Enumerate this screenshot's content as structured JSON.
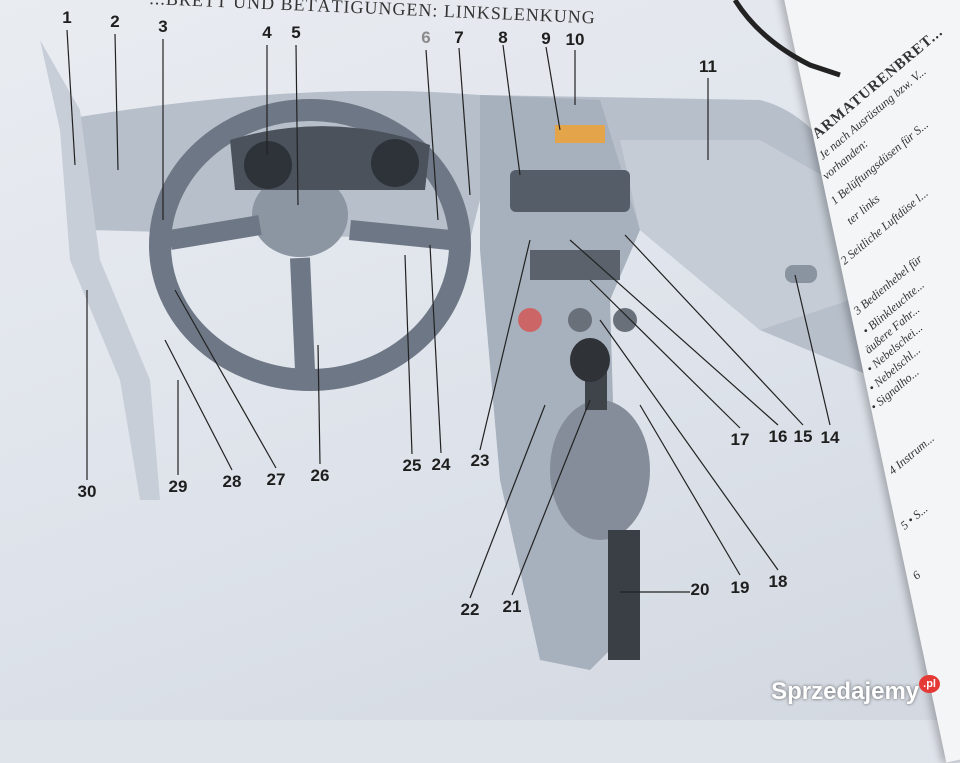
{
  "header": {
    "title": "...BRETT UND BETÄTIGUNGEN: LINKSLENKUNG"
  },
  "callouts": [
    "1",
    "2",
    "3",
    "4",
    "5",
    "6",
    "7",
    "8",
    "9",
    "10",
    "11",
    "14",
    "15",
    "16",
    "17",
    "18",
    "19",
    "20",
    "21",
    "22",
    "23",
    "24",
    "25",
    "26",
    "27",
    "28",
    "29",
    "30"
  ],
  "right_page": {
    "title": "ARMATURENBRET...",
    "intro_1": "Je nach Ausrüstung bzw. V...",
    "intro_2": "vorhanden:",
    "items": [
      {
        "num": "1",
        "text": "Belüftungsdüsen für S..."
      },
      {
        "num": "",
        "text": "ter links"
      },
      {
        "num": "2",
        "text": "Seitliche Luftdüse l..."
      },
      {
        "num": "3",
        "text": "Bedienhebel für"
      },
      {
        "num": "",
        "text": "• Blinkleuchte..."
      },
      {
        "num": "",
        "text": "äußere Fahr..."
      },
      {
        "num": "",
        "text": "• Nebelschei..."
      },
      {
        "num": "",
        "text": "• Nebelschl..."
      },
      {
        "num": "",
        "text": "• Signalho..."
      },
      {
        "num": "4",
        "text": "Instrum..."
      },
      {
        "num": "5",
        "text": "• S..."
      },
      {
        "num": "6",
        "text": ""
      }
    ]
  },
  "watermark": {
    "brand": "Sprzedajemy",
    "tld": ".pl"
  }
}
